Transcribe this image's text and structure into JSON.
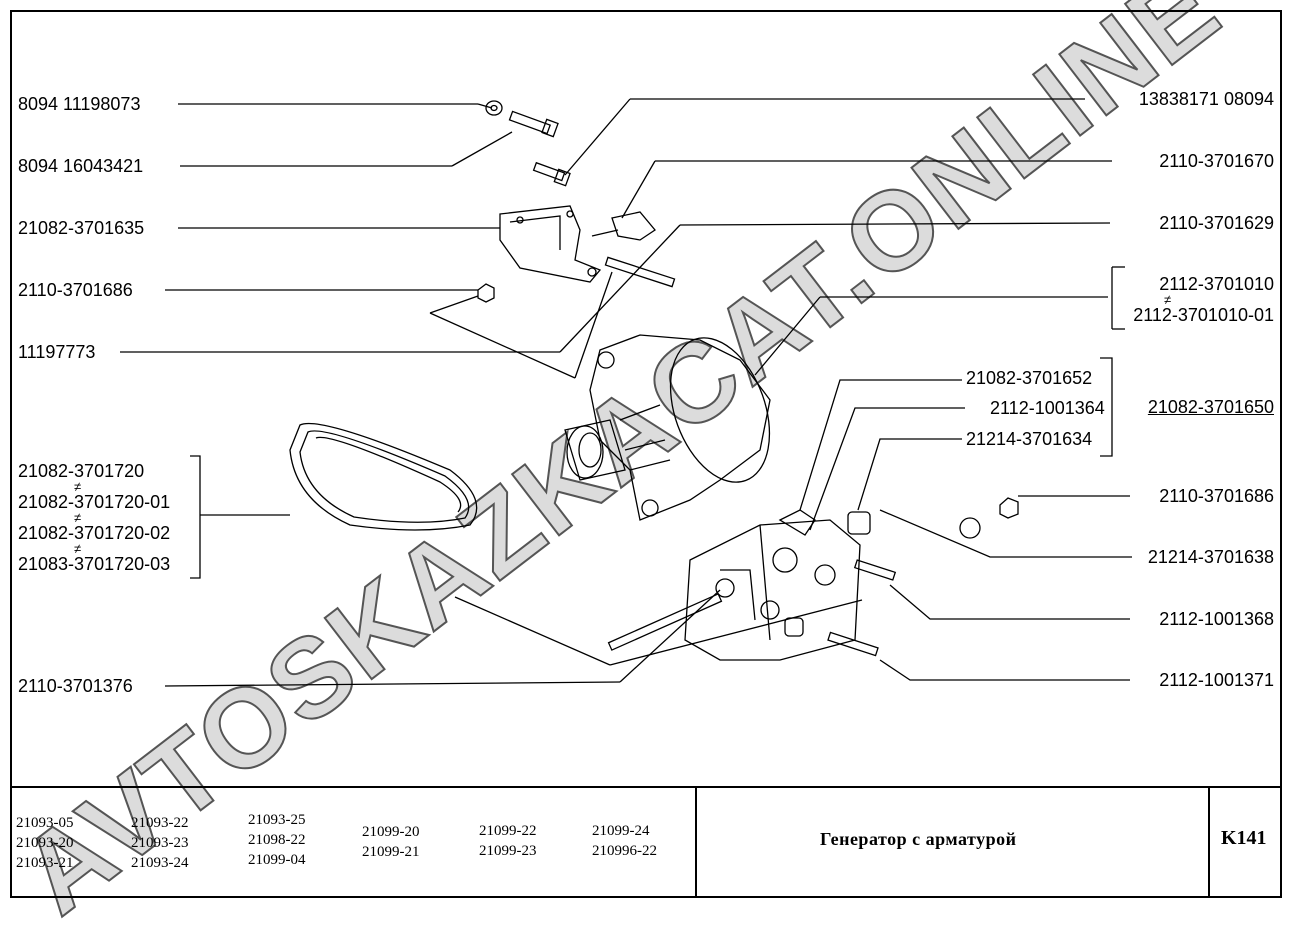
{
  "left_labels": [
    "8094  11198073",
    "8094  16043421",
    "21082-3701635",
    "2110-3701686",
    "11197773",
    "2110-3701376"
  ],
  "belt_labels": [
    "21082-3701720",
    "21082-3701720-01",
    "21082-3701720-02",
    "21083-3701720-03"
  ],
  "right_labels": [
    "13838171  08094",
    "2110-3701670",
    "2110-3701629",
    "2110-3701686",
    "21214-3701638",
    "2112-1001368",
    "2112-1001371"
  ],
  "generator_labels": [
    "2112-3701010",
    "2112-3701010-01"
  ],
  "bracket_assembly": {
    "parts": [
      "21082-3701652",
      "2112-1001364",
      "21214-3701634"
    ],
    "assembly": "21082-3701650"
  },
  "not_equal_symbol": "≠",
  "models": [
    [
      "21093-05",
      "21093-20",
      "21093-21"
    ],
    [
      "21093-22",
      "21093-23",
      "21093-24"
    ],
    [
      "21093-25",
      "21098-22",
      "21099-04"
    ],
    [
      "21099-20",
      "21099-21"
    ],
    [
      "21099-22",
      "21099-23"
    ],
    [
      "21099-24",
      "210996-22"
    ]
  ],
  "title": "Генератор с арматурой",
  "page_code": "K141",
  "watermark": "AVTOSKAZKACAT.ONLINE"
}
